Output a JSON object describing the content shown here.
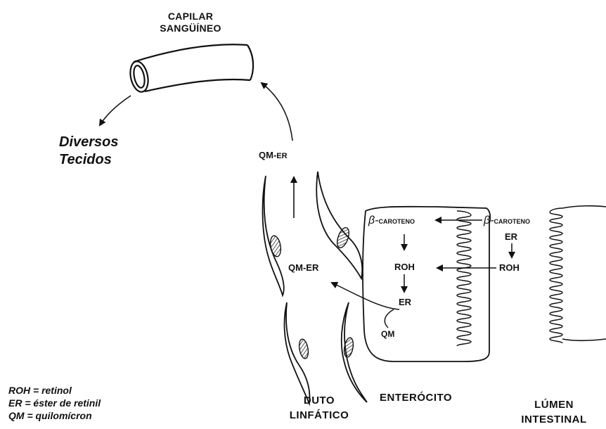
{
  "capillary": {
    "line1": "CAPILAR",
    "line2": "SANGÜÍNEO"
  },
  "tissues": {
    "line1": "Diversos",
    "line2": "Tecidos"
  },
  "qm_er_top": {
    "qm": "QM-",
    "er": "ER"
  },
  "qm_er_mid": "QM-ER",
  "enterocyte_inner": {
    "beta": "β-",
    "carotene": "CAROTENO",
    "roh": "ROH",
    "er": "ER",
    "qm": "QM"
  },
  "lumen_inner": {
    "beta": "β-",
    "carotene": "CAROTENO",
    "er": "ER",
    "roh": "ROH"
  },
  "regions": {
    "duct_line1": "DUTO",
    "duct_line2": "LINFÁTICO",
    "enterocyte": "ENTERÓCITO",
    "lumen_line1": "LÚMEN",
    "lumen_line2": "INTESTINAL"
  },
  "legend": [
    "ROH = retinol",
    "ER = éster de retinil",
    "QM = quilomícron"
  ]
}
